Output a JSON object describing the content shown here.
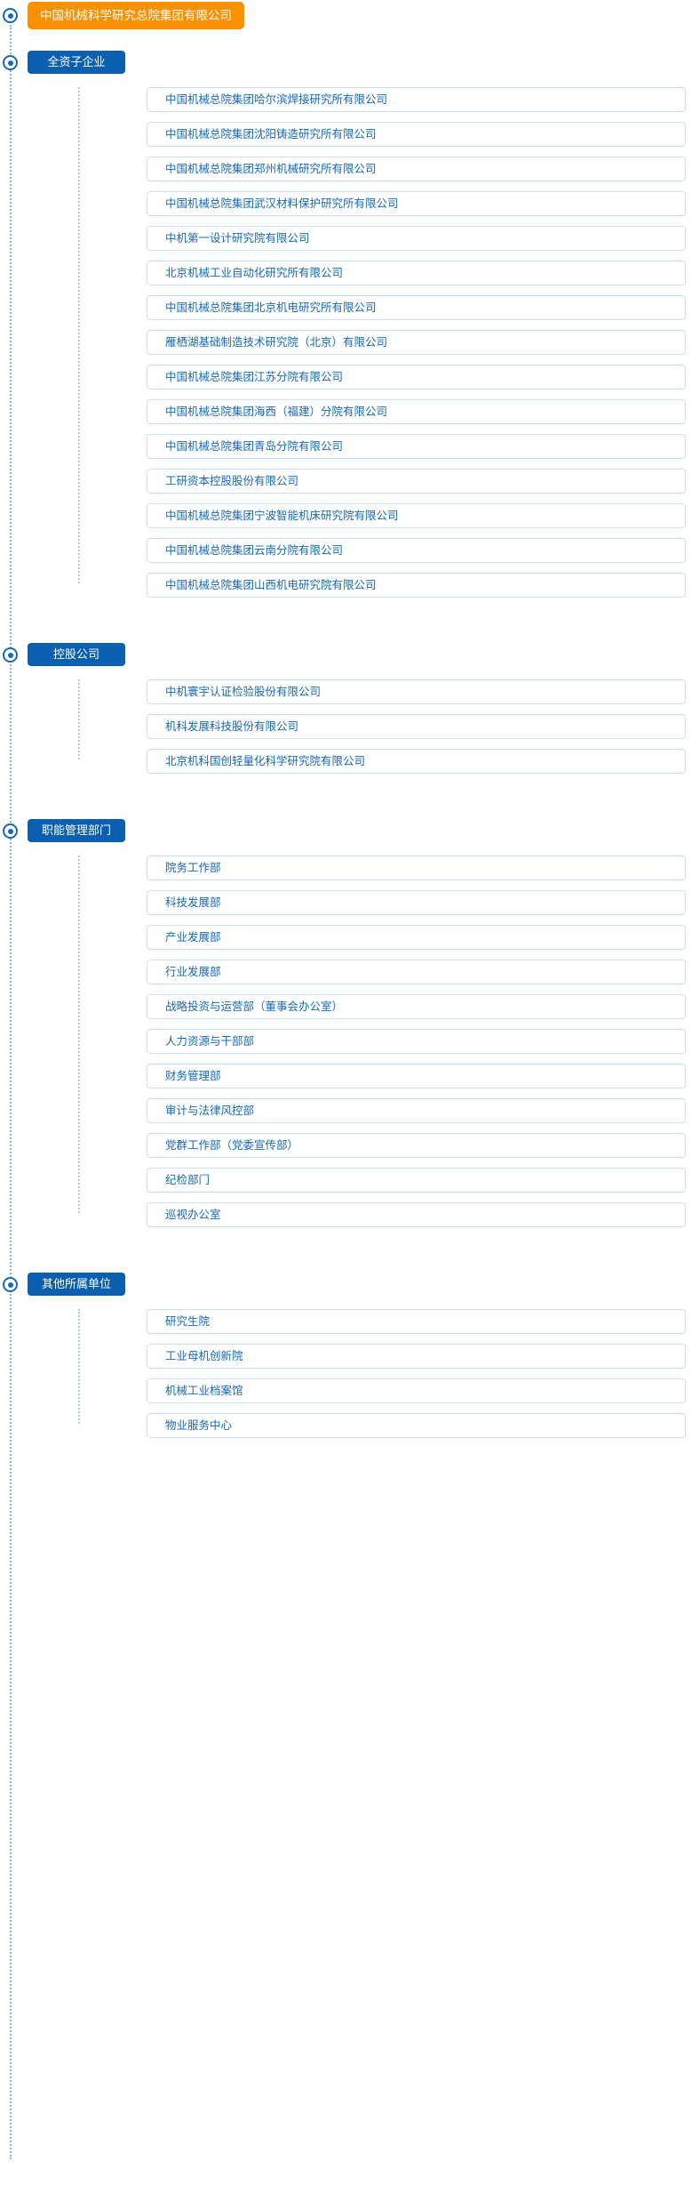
{
  "root": {
    "label": "中国机械科学研究总院集团有限公司",
    "color": "#fa9000"
  },
  "accent": {
    "group_bg": "#0b5fb0",
    "item_text": "#1668b8",
    "item_border": "#cfe0f2",
    "line": "#a9c7e8"
  },
  "groups": [
    {
      "label": "全资子企业",
      "items": [
        "中国机械总院集团哈尔滨焊接研究所有限公司",
        "中国机械总院集团沈阳铸造研究所有限公司",
        "中国机械总院集团郑州机械研究所有限公司",
        "中国机械总院集团武汉材料保护研究所有限公司",
        "中机第一设计研究院有限公司",
        "北京机械工业自动化研究所有限公司",
        "中国机械总院集团北京机电研究所有限公司",
        "雁栖湖基础制造技术研究院（北京）有限公司",
        "中国机械总院集团江苏分院有限公司",
        "中国机械总院集团海西（福建）分院有限公司",
        "中国机械总院集团青岛分院有限公司",
        "工研资本控股股份有限公司",
        "中国机械总院集团宁波智能机床研究院有限公司",
        "中国机械总院集团云南分院有限公司",
        "中国机械总院集团山西机电研究院有限公司"
      ]
    },
    {
      "label": "控股公司",
      "items": [
        "中机寰宇认证检验股份有限公司",
        "机科发展科技股份有限公司",
        "北京机科国创轻量化科学研究院有限公司"
      ]
    },
    {
      "label": "职能管理部门",
      "items": [
        "院务工作部",
        "科技发展部",
        "产业发展部",
        "行业发展部",
        "战略投资与运营部（董事会办公室）",
        "人力资源与干部部",
        "财务管理部",
        "审计与法律风控部",
        "党群工作部（党委宣传部）",
        "纪检部门",
        "巡视办公室"
      ]
    },
    {
      "label": "其他所属单位",
      "items": [
        "研究生院",
        "工业母机创新院",
        "机械工业档案馆",
        "物业服务中心"
      ]
    }
  ]
}
